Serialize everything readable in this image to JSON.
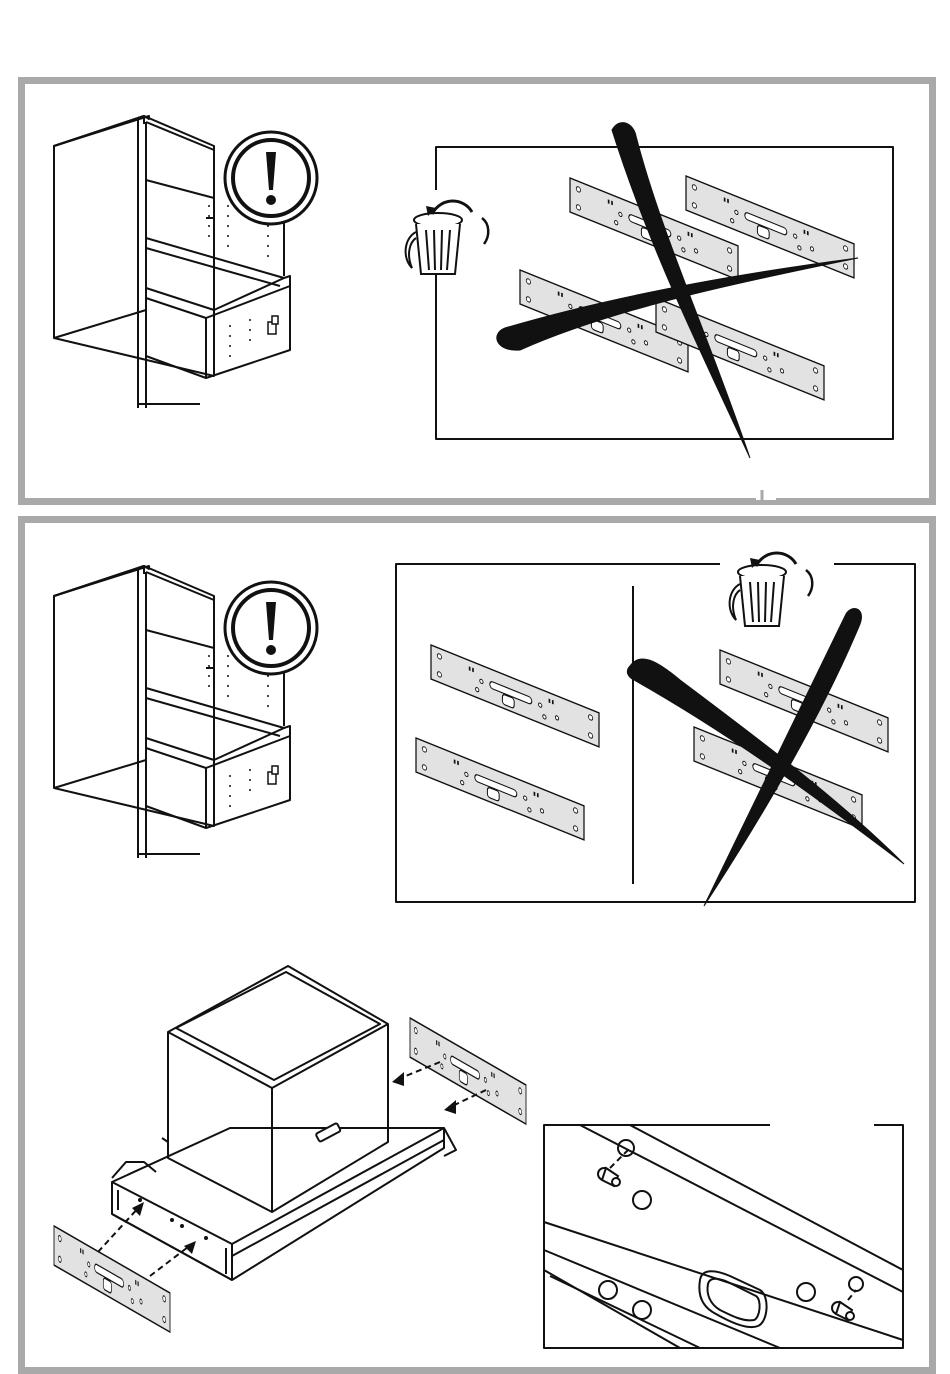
{
  "page": {
    "background": "#ffffff",
    "frame_color": "#a9a9a9",
    "ink_color": "#111111",
    "plate_color": "#e2e2e2"
  },
  "step1": {
    "cabinet": "wall-cabinet",
    "warning_icon": "exclamation-warning-icon",
    "trash_icon": "trash-bin-icon",
    "discarded_plates": 4
  },
  "step2": {
    "cabinet": "wall-cabinet",
    "warning_icon": "exclamation-warning-icon",
    "trash_icon": "trash-bin-icon",
    "kept_plates": 2,
    "discarded_plates": 2
  },
  "step3": {
    "assembly": "extractor-hood-with-side-plates",
    "detail": "screw-fixing-detail"
  }
}
